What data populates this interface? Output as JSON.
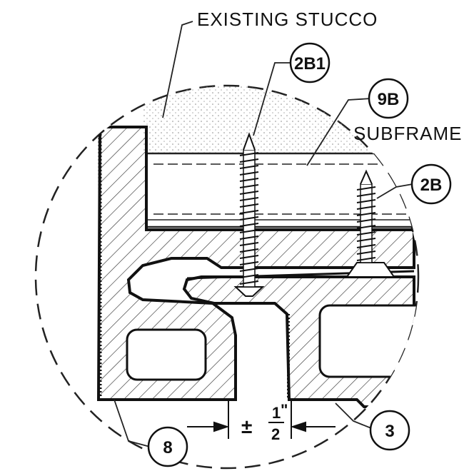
{
  "labels": {
    "existing_stucco": "EXISTING STUCCO",
    "subframe": "SUBFRAME"
  },
  "tags": {
    "t_2b1": "2B1",
    "t_9b": "9B",
    "t_2b": "2B",
    "t_3": "3",
    "t_8": "8"
  },
  "dimension": {
    "plus_minus": "±",
    "numerator": "1",
    "denominator": "2",
    "inch_mark": "\""
  }
}
